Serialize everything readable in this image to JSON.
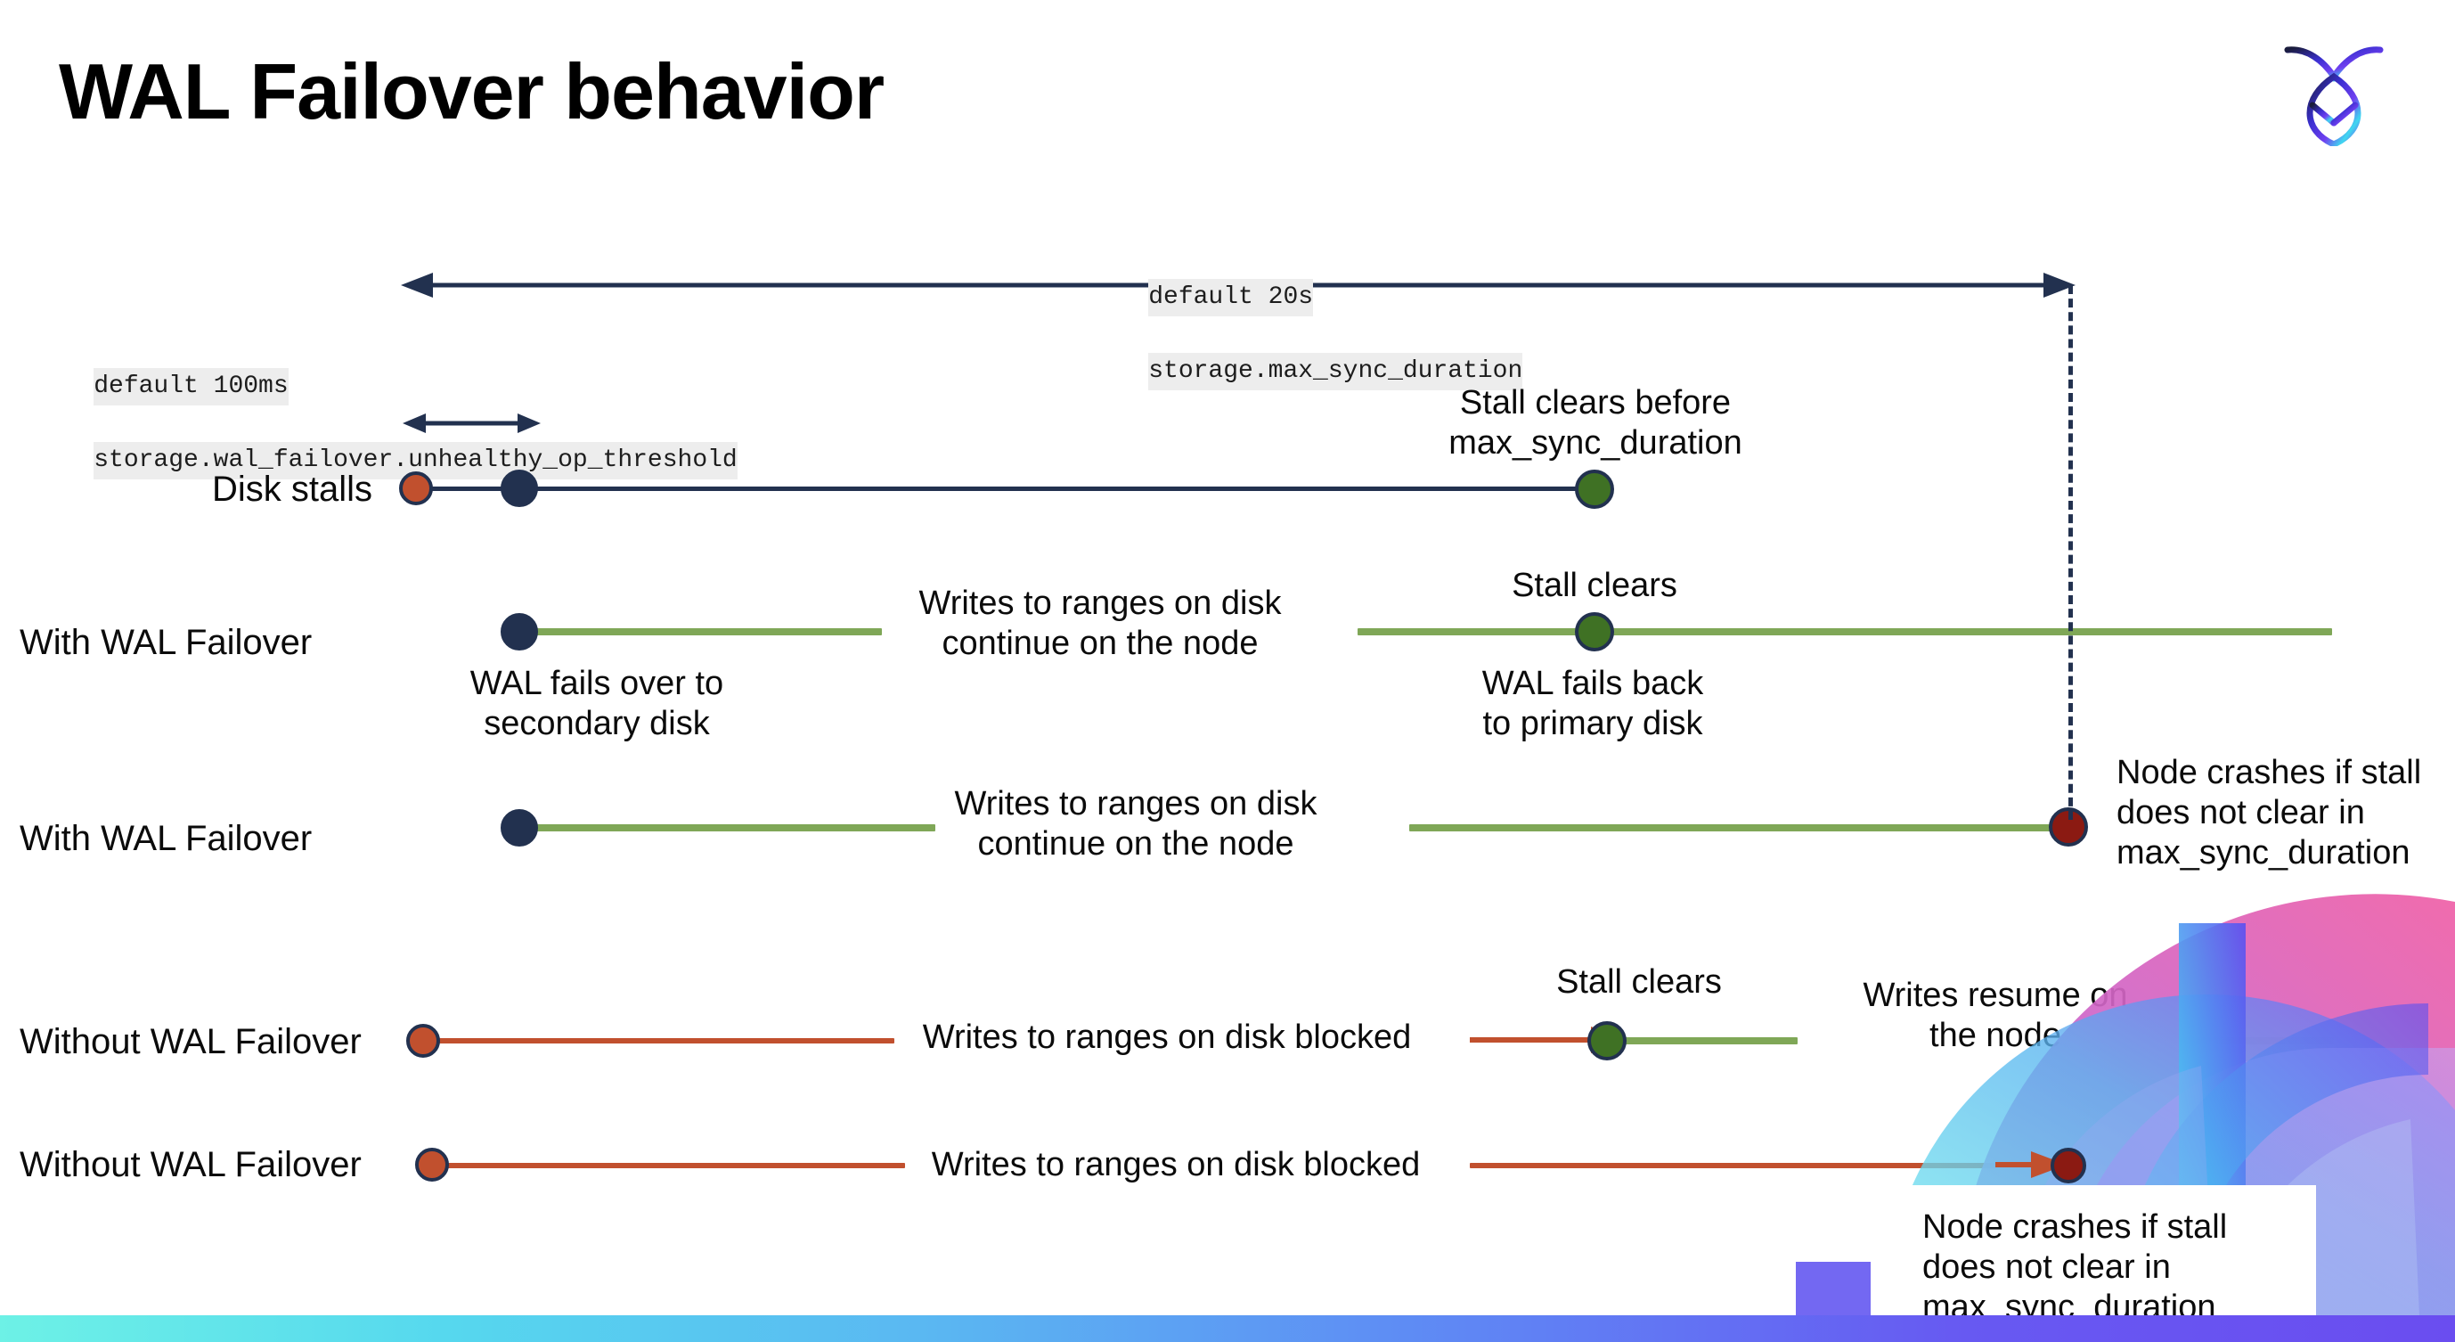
{
  "slide": {
    "title": "WAL Failover behavior",
    "logo_name": "cockroach-labs-logo"
  },
  "settings_callouts": [
    {
      "id": "max-sync-duration",
      "default_line": "default 20s",
      "setting_line": "storage.max_sync_duration"
    },
    {
      "id": "unhealthy-op-threshold",
      "default_line": "default 100ms",
      "setting_line": "storage.wal_failover.unhealthy_op_threshold"
    }
  ],
  "rows": [
    {
      "id": "disk-stalls",
      "label": "Disk stalls",
      "end_note": "Stall clears before\nmax_sync_duration"
    },
    {
      "id": "with-wal-failover-clears",
      "label": "With WAL Failover",
      "start_note": "WAL fails over to\nsecondary disk",
      "mid_note": "Writes to ranges on disk\ncontinue on the node",
      "clear_note": "Stall clears",
      "after_note": "WAL fails  back\nto primary disk"
    },
    {
      "id": "with-wal-failover-crash",
      "label": "With WAL Failover",
      "mid_note": "Writes to ranges on disk\ncontinue on the node",
      "crash_note": "Node crashes if stall\ndoes not clear in\nmax_sync_duration"
    },
    {
      "id": "without-wal-failover-clears",
      "label": "Without WAL Failover",
      "mid_note": "Writes to ranges on disk  blocked",
      "clear_note": "Stall clears",
      "after_note": "Writes resume on\nthe node"
    },
    {
      "id": "without-wal-failover-crash",
      "label": "Without WAL Failover",
      "mid_note": "Writes to ranges on disk  blocked",
      "crash_note": "Node crashes if stall\ndoes not clear in\nmax_sync_duration"
    }
  ],
  "colors": {
    "navy": "#22314f",
    "rust": "#c1502e",
    "green_line": "#7fa757",
    "green_dot": "#3f7124",
    "dark_red": "#8b1a12",
    "code_bg": "#ededed"
  },
  "icons": {
    "double_arrow": "double-headed-arrow-icon",
    "arrow_right": "arrow-right-icon",
    "dashed_guide": "dashed-vertical-guide-icon"
  }
}
